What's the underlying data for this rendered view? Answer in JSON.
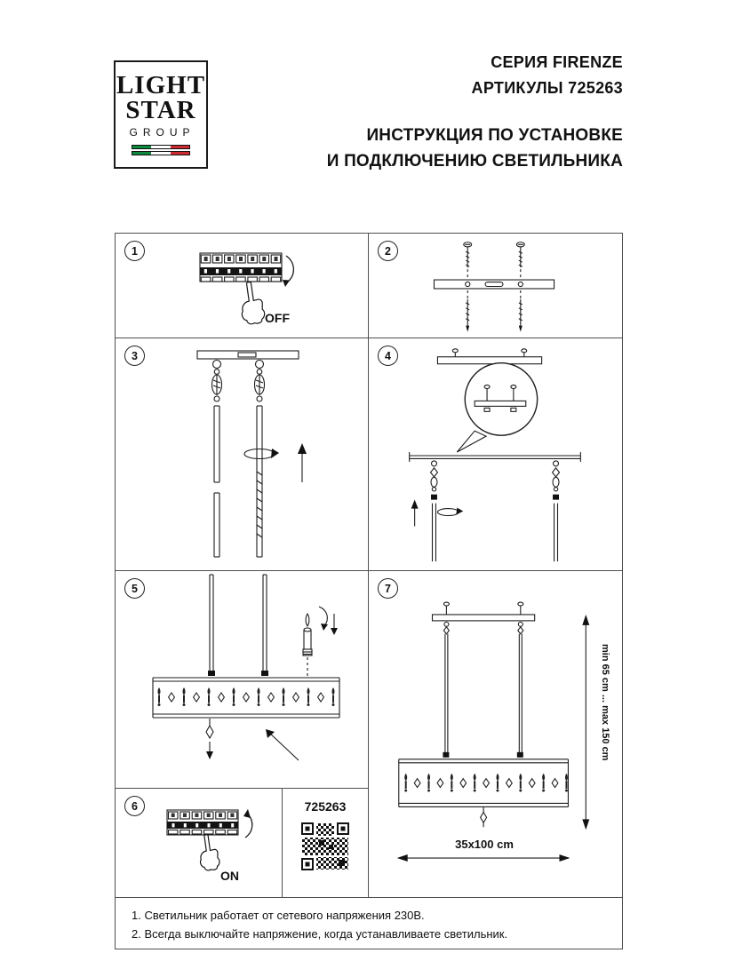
{
  "header": {
    "logo": {
      "line1": "LIGHT",
      "line2": "STAR",
      "line3": "GROUP"
    },
    "series": "СЕРИЯ FIRENZE",
    "articles": "АРТИКУЛЫ 725263",
    "title_line1": "ИНСТРУКЦИЯ ПО УСТАНОВКЕ",
    "title_line2": "И ПОДКЛЮЧЕНИЮ СВЕТИЛЬНИКА"
  },
  "steps": {
    "s1": {
      "number": "1",
      "label": "OFF"
    },
    "s2": {
      "number": "2"
    },
    "s3": {
      "number": "3"
    },
    "s4": {
      "number": "4"
    },
    "s5": {
      "number": "5"
    },
    "s6": {
      "number": "6",
      "label": "ON",
      "article": "725263"
    },
    "s7": {
      "number": "7",
      "dim_vertical": "min 65 cm ... max 150 cm",
      "dim_horizontal": "35x100 cm"
    }
  },
  "notes": {
    "line1": "1. Светильник работает от сетевого напряжения 230В.",
    "line2": "2. Всегда выключайте напряжение, когда устанавливаете светильник."
  },
  "colors": {
    "line_art": "#1d1d1d",
    "table_border": "#4f4f4f",
    "flag_green": "#0e8a3e",
    "flag_red": "#cb2b31"
  }
}
